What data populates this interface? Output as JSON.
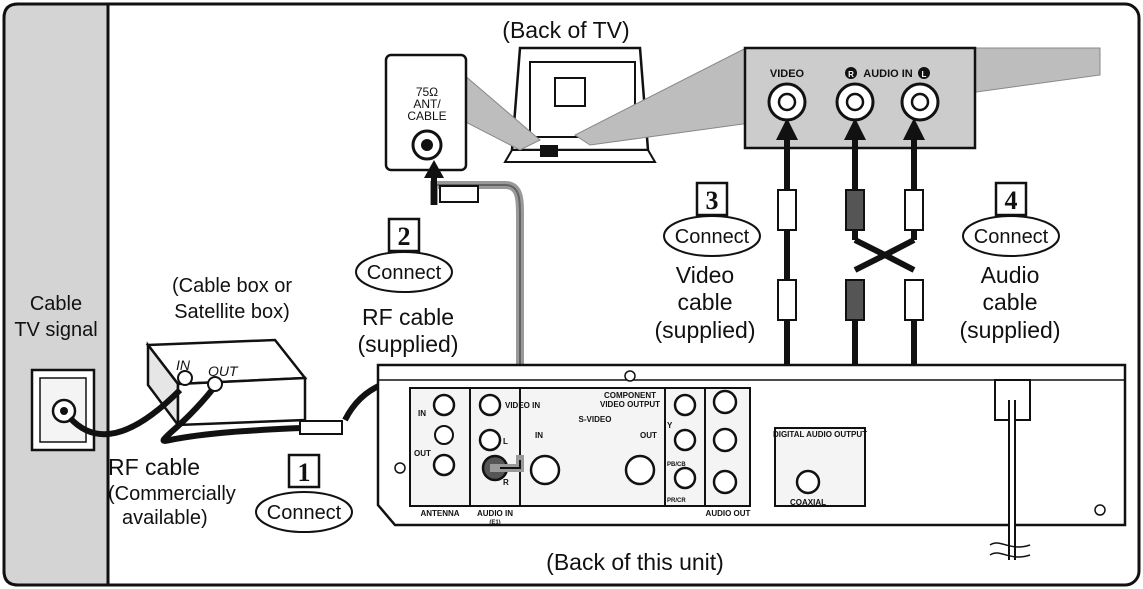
{
  "back_of_tv": "(Back of TV)",
  "back_of_unit": "(Back of this unit)",
  "wall": {
    "line1": "Cable",
    "line2": "TV signal"
  },
  "cable_box": {
    "line1": "(Cable  box or",
    "line2": "Satellite box)",
    "in": "IN",
    "out": "OUT"
  },
  "rf_cable_left": {
    "line1": "RF cable",
    "line2": "(Commercially",
    "line3": "available)"
  },
  "rf_cable_supplied": {
    "line1": "RF cable",
    "line2": "(supplied)"
  },
  "video_cable": {
    "line1": "Video",
    "line2": "cable",
    "line3": "(supplied)"
  },
  "audio_cable": {
    "line1": "Audio",
    "line2": "cable",
    "line3": "(supplied)"
  },
  "steps": [
    {
      "number": "1",
      "label": "Connect"
    },
    {
      "number": "2",
      "label": "Connect"
    },
    {
      "number": "3",
      "label": "Connect"
    },
    {
      "number": "4",
      "label": "Connect"
    }
  ],
  "tv_antenna": {
    "line1": "75Ω",
    "line2": "ANT/",
    "line3": "CABLE"
  },
  "tv_jacks": {
    "video": "VIDEO",
    "r": "R",
    "audio_in": "AUDIO IN",
    "l": "L"
  },
  "unit_labels": {
    "in": "IN",
    "out": "OUT",
    "antenna": "ANTENNA",
    "audio_in": "AUDIO IN",
    "audio_in_sub": "(E1)",
    "video_in": "VIDEO IN",
    "l": "L",
    "r": "R",
    "component_line1": "COMPONENT",
    "component_line2": "VIDEO OUTPUT",
    "svideo": "S-VIDEO",
    "svideo_in": "IN",
    "svideo_out": "OUT",
    "y": "Y",
    "pb": "PB/CB",
    "pr": "PR/CR",
    "audio_out": "AUDIO OUT",
    "digital_audio_out": "DIGITAL AUDIO OUTPUT",
    "coaxial": "COAXIAL"
  },
  "colors": {
    "line": "#111111",
    "wall": "#d4d4d4",
    "panel": "#cccccc",
    "gray": "#999999"
  }
}
